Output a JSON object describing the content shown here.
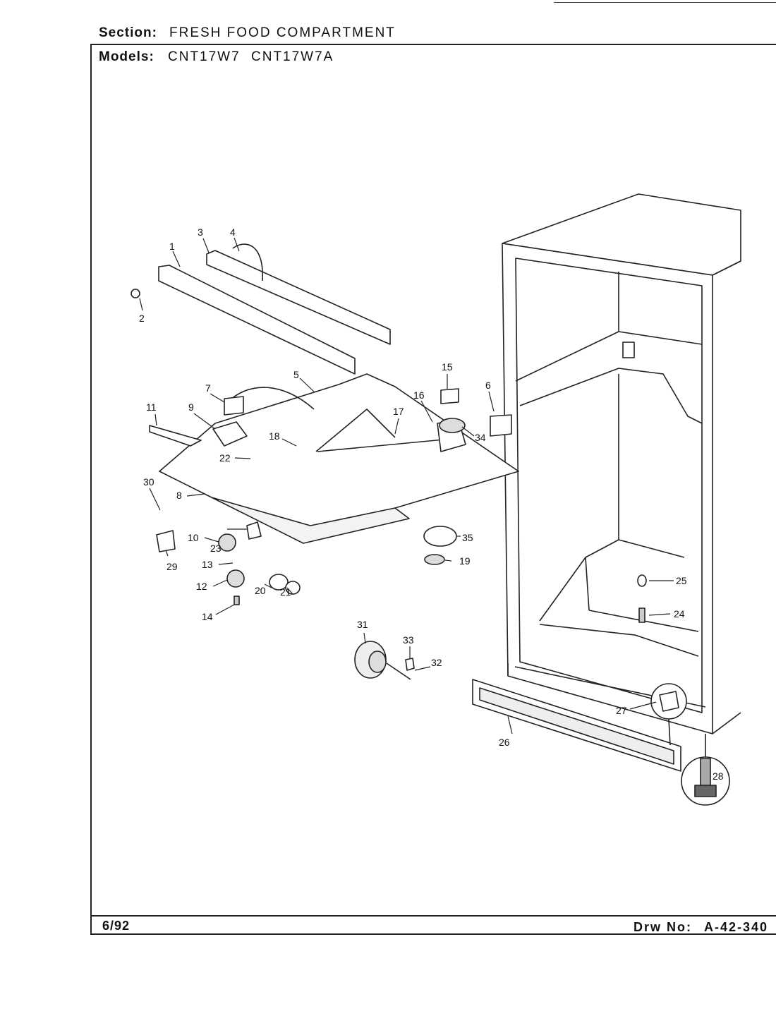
{
  "header": {
    "section_label": "Section:",
    "section_value": "FRESH FOOD COMPARTMENT",
    "models_label": "Models:",
    "models": [
      "CNT17W7",
      "CNT17W7A"
    ]
  },
  "footer": {
    "date": "6/92",
    "drawing_label": "Drw No:",
    "drawing_number": "A-42-340"
  },
  "callouts": [
    "1",
    "2",
    "3",
    "4",
    "5",
    "6",
    "7",
    "8",
    "9",
    "10",
    "11",
    "12",
    "13",
    "14",
    "15",
    "16",
    "17",
    "18",
    "19",
    "20",
    "21",
    "22",
    "23",
    "24",
    "25",
    "26",
    "27",
    "28",
    "29",
    "30",
    "31",
    "32",
    "33",
    "34",
    "35"
  ]
}
